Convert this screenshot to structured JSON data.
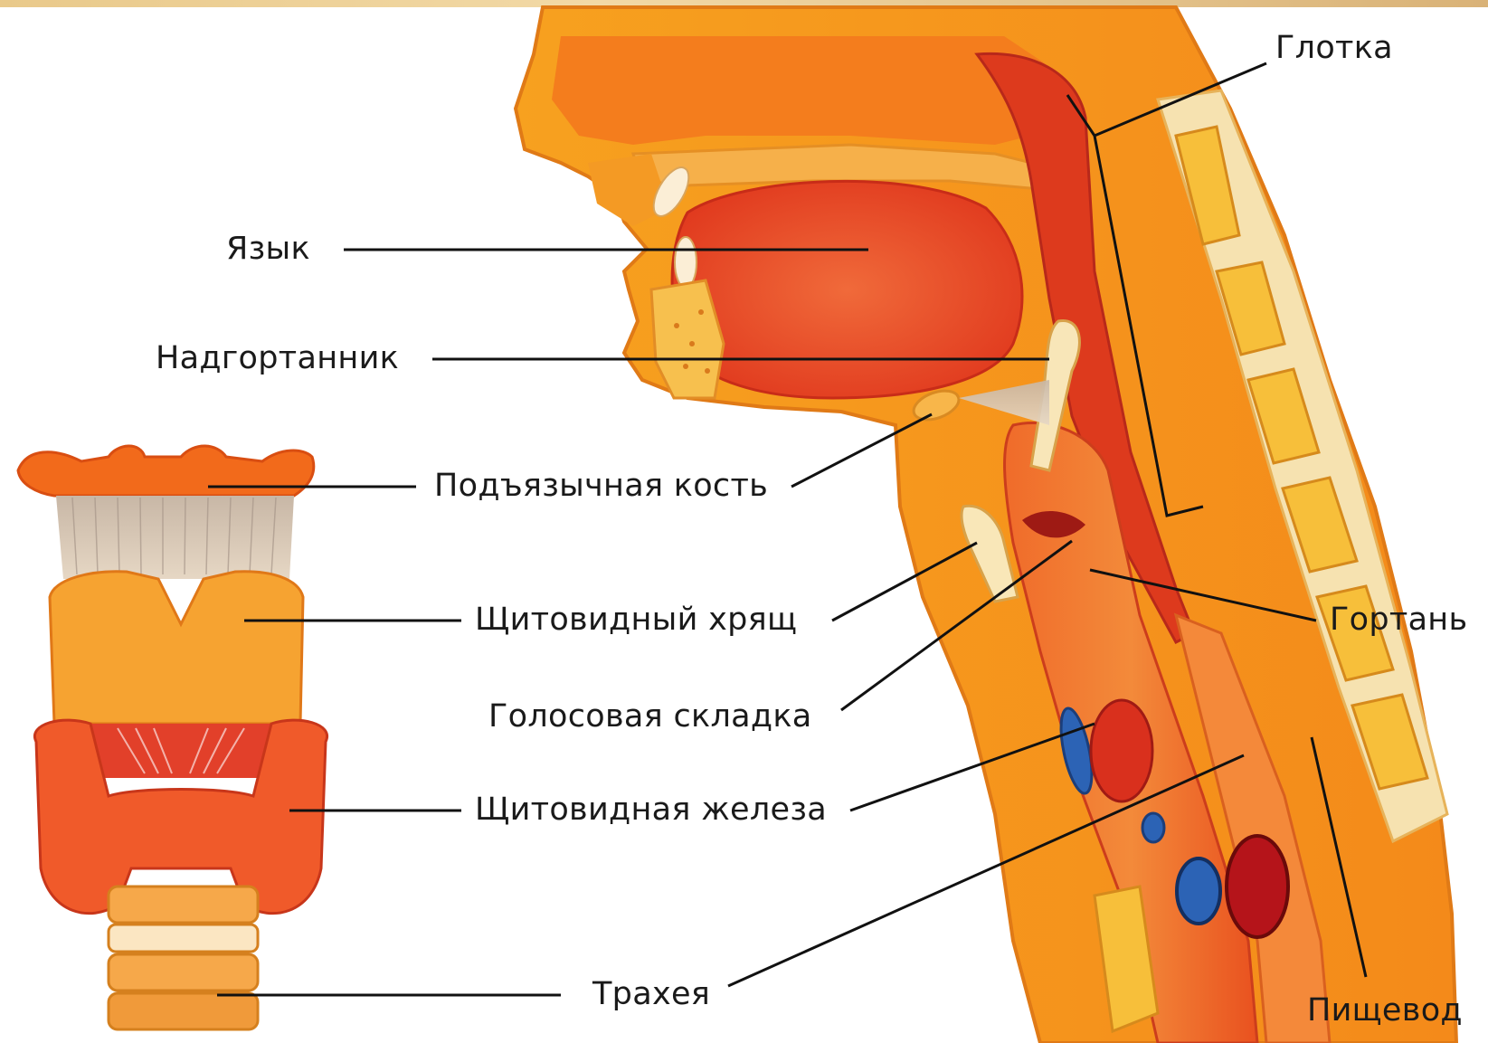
{
  "labels": {
    "glotka": "Глотка",
    "yazyk": "Язык",
    "nadgortannik": "Надгортанник",
    "podyazychnaya_kost": "Подъязычная кость",
    "shchitovidny_khryashch": "Щитовидный хрящ",
    "gortan": "Гортань",
    "golosovaya_skladka": "Голосовая складка",
    "shchitovidnaya_zheleza": "Щитовидная железа",
    "trakheya": "Трахея",
    "pishchevod": "Пищевод"
  },
  "colors": {
    "tissue": "#f26a1b",
    "cartilage": "#f7b348",
    "bone": "#f6c84a",
    "airway": "#d8351c",
    "vein": "#2c63b5",
    "artery": "#b5141a",
    "thyroid": "#f05a2a"
  }
}
